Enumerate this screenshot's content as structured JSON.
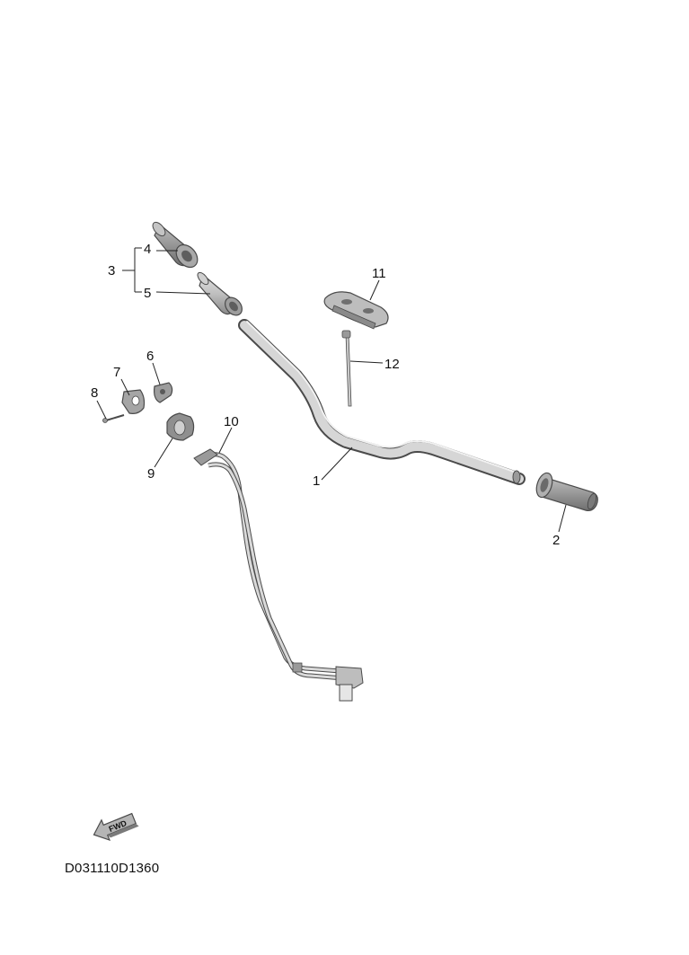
{
  "diagram_code": "D031110D1360",
  "fwd_label": "FWD",
  "callouts": {
    "c1": "1",
    "c2": "2",
    "c3": "3",
    "c4": "4",
    "c5": "5",
    "c6": "6",
    "c7": "7",
    "c8": "8",
    "c9": "9",
    "c10": "10",
    "c11": "11",
    "c12": "12"
  },
  "colors": {
    "part_fill": "#c9c9c9",
    "part_shade": "#8e8e8e",
    "outline": "#4a4a4a",
    "text": "#111111"
  }
}
